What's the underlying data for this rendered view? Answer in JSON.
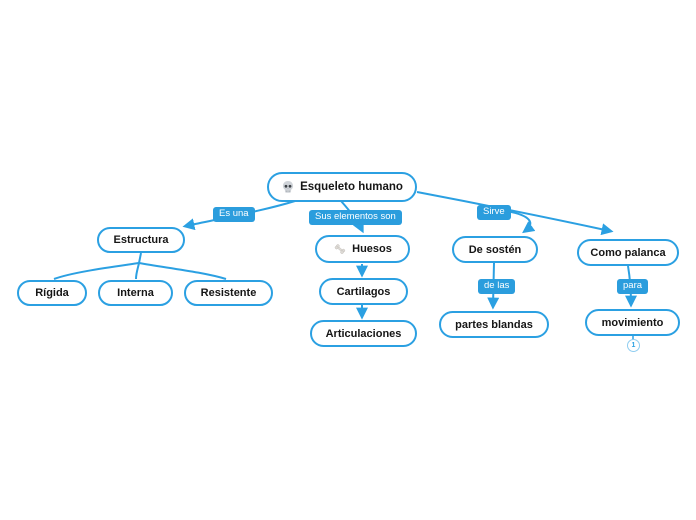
{
  "app": {
    "type": "concept-map-canvas",
    "background": "#ffffff"
  },
  "colors": {
    "accent": "#2ba0e2",
    "edge_label_bg": "#2b9ddd",
    "node_bg": "#ffffff",
    "node_text": "#161616"
  },
  "nodes": {
    "root": "Esqueleto humano",
    "estructura": "Estructura",
    "rigida": "Rígida",
    "interna": "Interna",
    "resistente": "Resistente",
    "huesos": "Huesos",
    "cartilagos": "Cartilagos",
    "articulaciones": "Articulaciones",
    "de_sosten": "De sostén",
    "partes_blandas": "partes blandas",
    "como_palanca": "Como palanca",
    "movimiento": "movimiento"
  },
  "edge_labels": {
    "es_una": "Es una",
    "sus_elementos_son": "Sus elementos son",
    "sirve": "Sirve",
    "de_las": "de las",
    "para": "para"
  },
  "badges": {
    "movimiento_children_count": "1"
  },
  "icons": {
    "root": "skull-icon",
    "huesos": "bone-icon"
  },
  "structure": {
    "root": "Esqueleto humano",
    "edges": [
      {
        "from": "Esqueleto humano",
        "label": "Es una",
        "to": "Estructura"
      },
      {
        "from": "Estructura",
        "label": "",
        "to": "Rígida"
      },
      {
        "from": "Estructura",
        "label": "",
        "to": "Interna"
      },
      {
        "from": "Estructura",
        "label": "",
        "to": "Resistente"
      },
      {
        "from": "Esqueleto humano",
        "label": "Sus elementos son",
        "to": "Huesos"
      },
      {
        "from": "Huesos",
        "label": "",
        "to": "Cartilagos"
      },
      {
        "from": "Cartilagos",
        "label": "",
        "to": "Articulaciones"
      },
      {
        "from": "Esqueleto humano",
        "label": "Sirve",
        "to": "De sostén"
      },
      {
        "from": "Esqueleto humano",
        "label": "Sirve",
        "to": "Como palanca"
      },
      {
        "from": "De sostén",
        "label": "de las",
        "to": "partes blandas"
      },
      {
        "from": "Como palanca",
        "label": "para",
        "to": "movimiento"
      }
    ]
  }
}
